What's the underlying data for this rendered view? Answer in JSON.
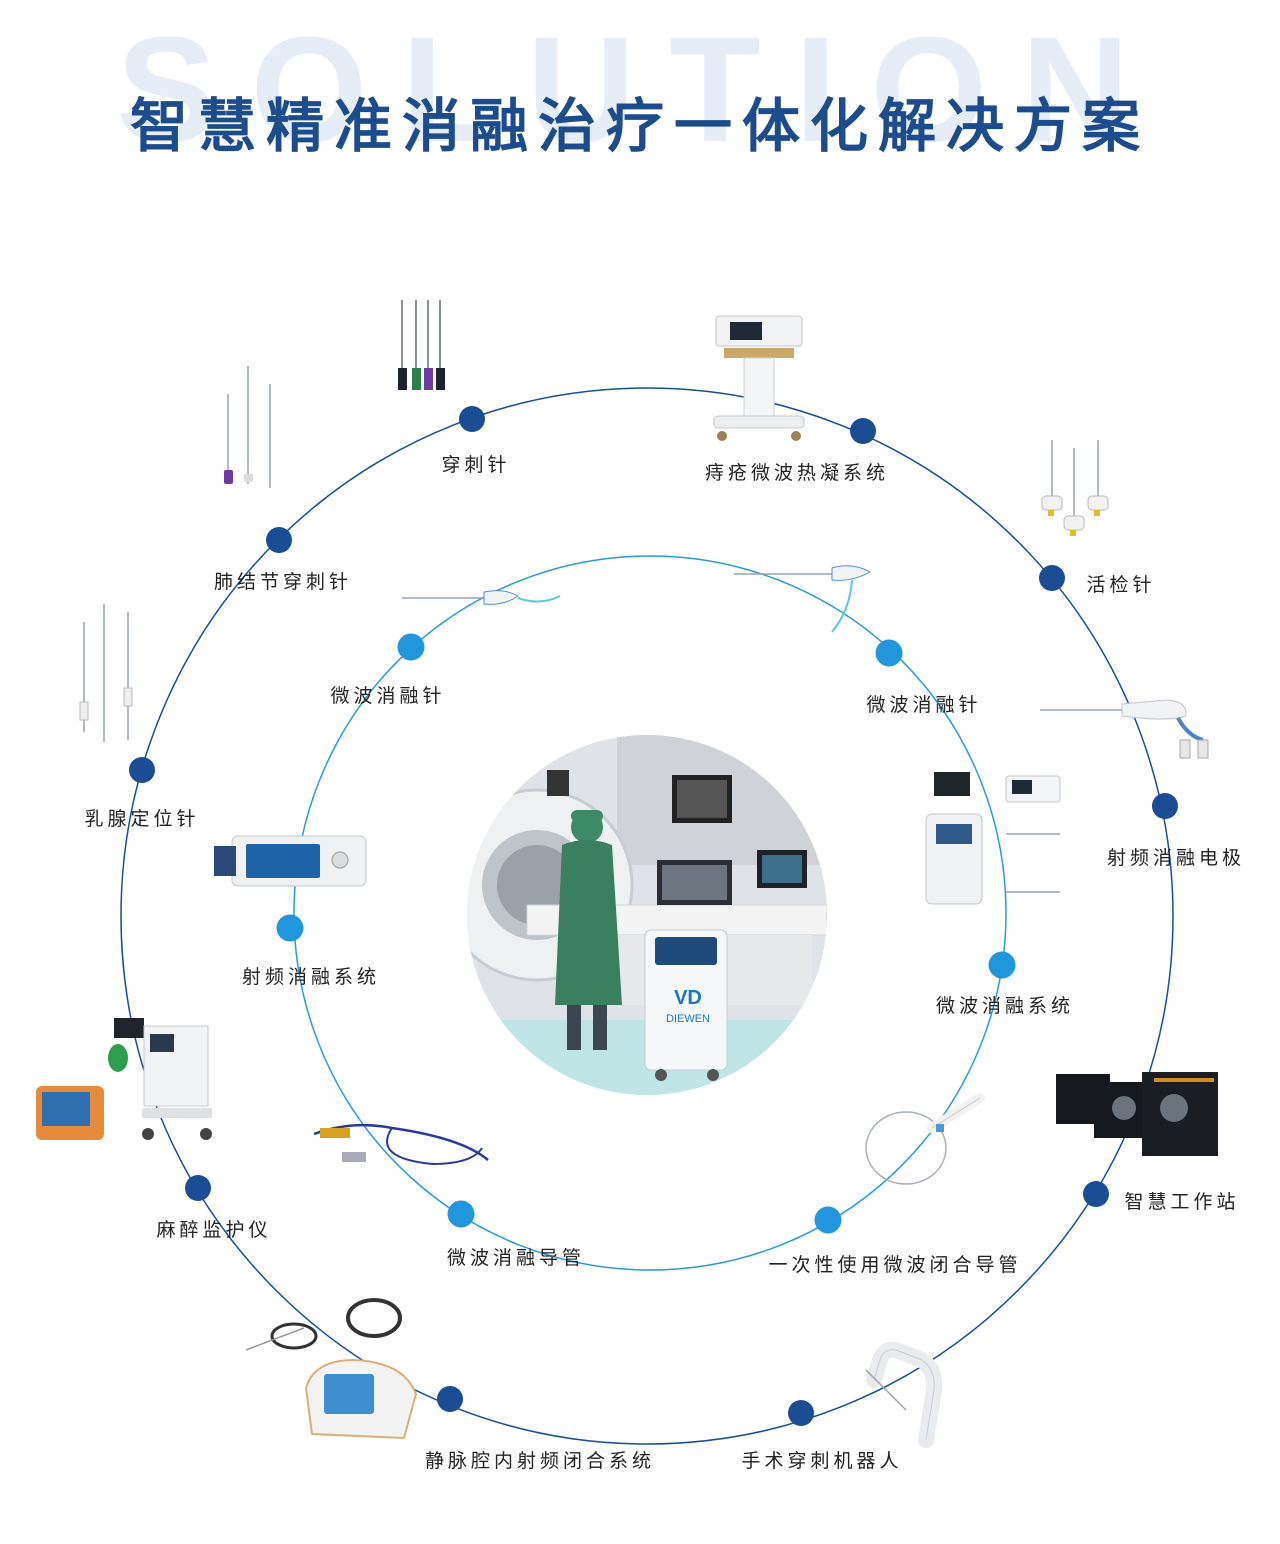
{
  "header": {
    "background_word": "SOLUTION",
    "title": "智慧精准消融治疗一体化解决方案"
  },
  "products": {
    "outer": [
      {
        "label": "穿刺针"
      },
      {
        "label": "痔疮微波热凝系统"
      },
      {
        "label": "活检针"
      },
      {
        "label": "射频消融电极"
      },
      {
        "label": "智慧工作站"
      },
      {
        "label": "手术穿刺机器人"
      },
      {
        "label": "静脉腔内射频闭合系统"
      },
      {
        "label": "麻醉监护仪"
      },
      {
        "label": "乳腺定位针"
      },
      {
        "label": "肺结节穿刺针"
      }
    ],
    "inner": [
      {
        "label": "微波消融针"
      },
      {
        "label": "微波消融针"
      },
      {
        "label": "微波消融系统"
      },
      {
        "label": "一次性使用微波闭合导管"
      },
      {
        "label": "微波消融导管"
      },
      {
        "label": "射频消融系统"
      }
    ]
  },
  "center_device": {
    "brand": "DIEWEN",
    "logo": "VD"
  },
  "colors": {
    "title": "#1d4c8c",
    "outer_dot": "#1a4d94",
    "inner_dot": "#2196dc",
    "outer_ring": "#1a4d94",
    "inner_ring": "#2a9ad8"
  }
}
